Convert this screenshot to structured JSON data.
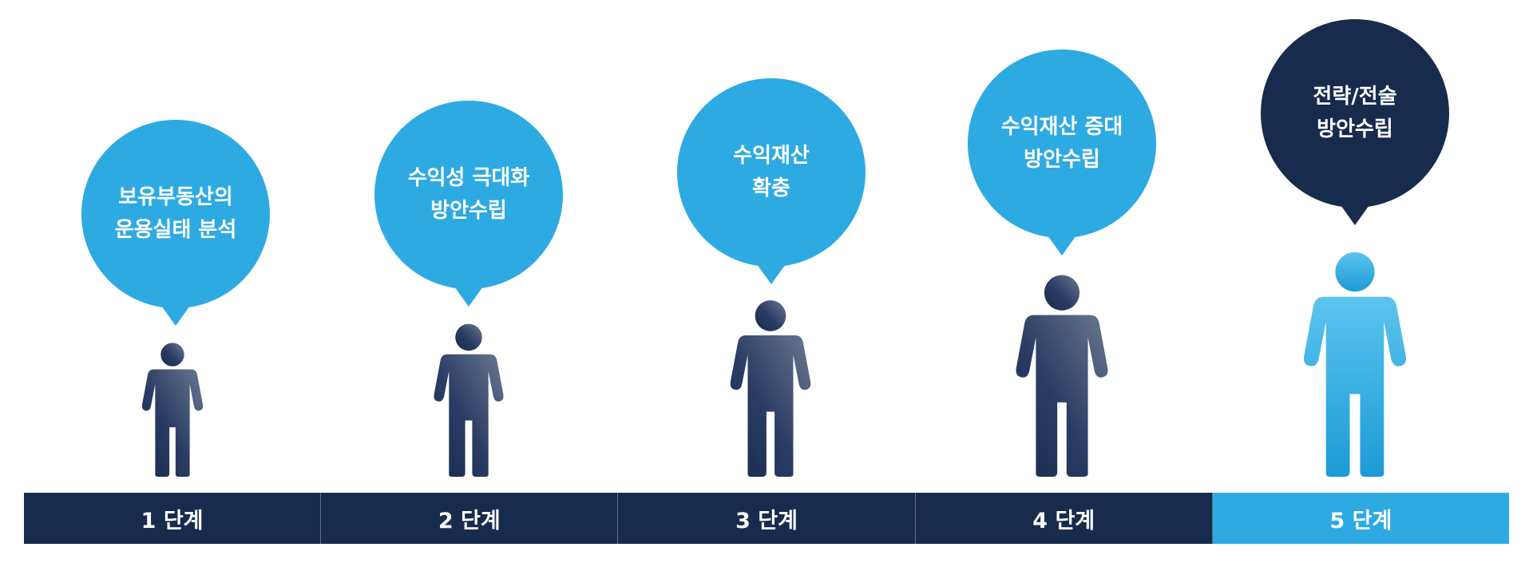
{
  "colors": {
    "light_blue": "#2eaae3",
    "navy": "#172b4d",
    "white": "#ffffff"
  },
  "stages": [
    {
      "lines": [
        "보유부동산의",
        "운용실태 분석"
      ],
      "bubble_color": "#2eaae3",
      "figure": "navy-person-icon"
    },
    {
      "lines": [
        "수익성 극대화",
        "방안수립"
      ],
      "bubble_color": "#2eaae3",
      "figure": "navy-person-icon"
    },
    {
      "lines": [
        "수익재산",
        "확충"
      ],
      "bubble_color": "#2eaae3",
      "figure": "navy-person-icon"
    },
    {
      "lines": [
        "수익재산 증대",
        "방안수립"
      ],
      "bubble_color": "#2eaae3",
      "figure": "navy-person-icon"
    },
    {
      "lines": [
        "전략/전술",
        "방안수립"
      ],
      "bubble_color": "#172b4d",
      "figure": "light-blue-person-icon"
    }
  ],
  "steps": [
    {
      "label": "1 단계",
      "color": "#172b4d"
    },
    {
      "label": "2 단계",
      "color": "#172b4d"
    },
    {
      "label": "3 단계",
      "color": "#172b4d"
    },
    {
      "label": "4 단계",
      "color": "#172b4d"
    },
    {
      "label": "5 단계",
      "color": "#2eaae3"
    }
  ]
}
